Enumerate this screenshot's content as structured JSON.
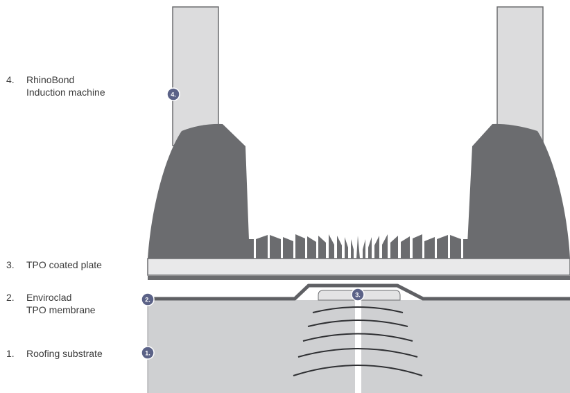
{
  "labels": [
    {
      "id": "4",
      "number": "4.",
      "line1": "RhinoBond",
      "line2": "Induction machine"
    },
    {
      "id": "3",
      "number": "3.",
      "line1": "TPO coated plate",
      "line2": ""
    },
    {
      "id": "2",
      "number": "2.",
      "line1": "Enviroclad",
      "line2": "TPO membrane"
    },
    {
      "id": "1",
      "number": "1.",
      "line1": "Roofing substrate",
      "line2": ""
    }
  ],
  "badges": {
    "machine": "4.",
    "plate": "3.",
    "membrane": "2.",
    "substrate": "1."
  },
  "colors": {
    "machine_body": "#6b6c6f",
    "column": "#dcdcdd",
    "plate_fill": "#e9e9ea",
    "membrane": "#5f6064",
    "substrate": "#cfd0d2",
    "badge": "#5b6287"
  }
}
